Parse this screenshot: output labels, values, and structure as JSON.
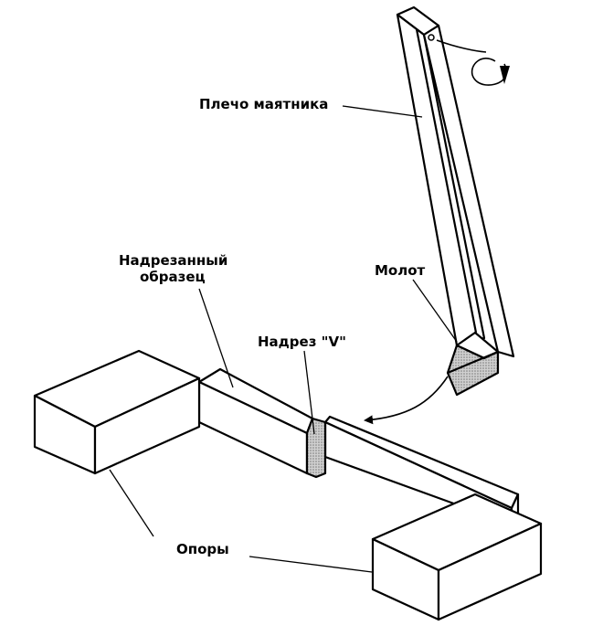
{
  "labels": {
    "pendulum_arm": "Плечо маятника",
    "hammer": "Молот",
    "notched_specimen_line1": "Надрезанный",
    "notched_specimen_line2": "образец",
    "v_notch": "Надрез \"V\"",
    "supports": "Опоры"
  },
  "colors": {
    "stroke": "#000000",
    "fill": "#ffffff",
    "shade": "#c8c8c8"
  },
  "icons": {
    "rotation": "rotation-arrow-icon",
    "swing": "swing-arrow-icon"
  }
}
